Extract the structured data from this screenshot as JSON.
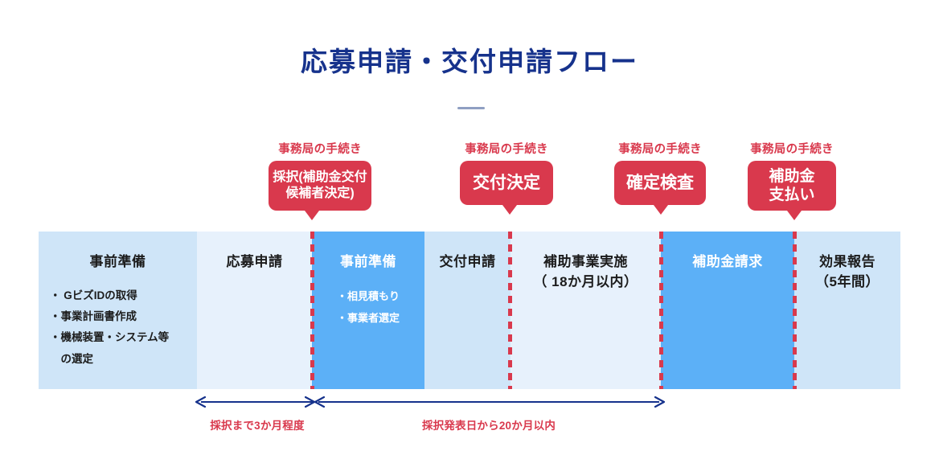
{
  "title": "応募申請・交付申請フロー",
  "colors": {
    "title_navy": "#16328c",
    "accent_red": "#d9394d",
    "band_light": "#e7f1fc",
    "band_mid": "#cfe5f8",
    "band_dark": "#5cb0f7",
    "arrow_navy": "#16328c"
  },
  "callouts": [
    {
      "label": "事務局の手続き",
      "text": "採択(補助金交付\n候補者決定)",
      "font_size": 16
    },
    {
      "label": "事務局の手続き",
      "text": "交付決定",
      "font_size": 21
    },
    {
      "label": "事務局の手続き",
      "text": "確定検査",
      "font_size": 21
    },
    {
      "label": "事務局の手続き",
      "text": "補助金\n支払い",
      "font_size": 19
    }
  ],
  "bands": [
    {
      "title": "事前準備",
      "bullets": [
        "・ GビズIDの取得",
        "・事業計画書作成",
        "・機械装置・システム等\n　の選定"
      ],
      "tone": "mid"
    },
    {
      "title": "応募申請",
      "bullets": [],
      "tone": "light"
    },
    {
      "title": "事前準備",
      "bullets": [
        "・相見積もり",
        "・事業者選定"
      ],
      "tone": "dark"
    },
    {
      "title": "交付申請",
      "bullets": [],
      "tone": "mid"
    },
    {
      "title": "補助事業実施\n（ 18か月以内）",
      "bullets": [],
      "tone": "light"
    },
    {
      "title": "補助金請求",
      "bullets": [],
      "tone": "dark"
    },
    {
      "title": "効果報告\n（5年間）",
      "bullets": [],
      "tone": "mid"
    }
  ],
  "arrows": [
    {
      "caption": "採択まで3か月程度"
    },
    {
      "caption": "採択発表日から20か月以内"
    }
  ]
}
